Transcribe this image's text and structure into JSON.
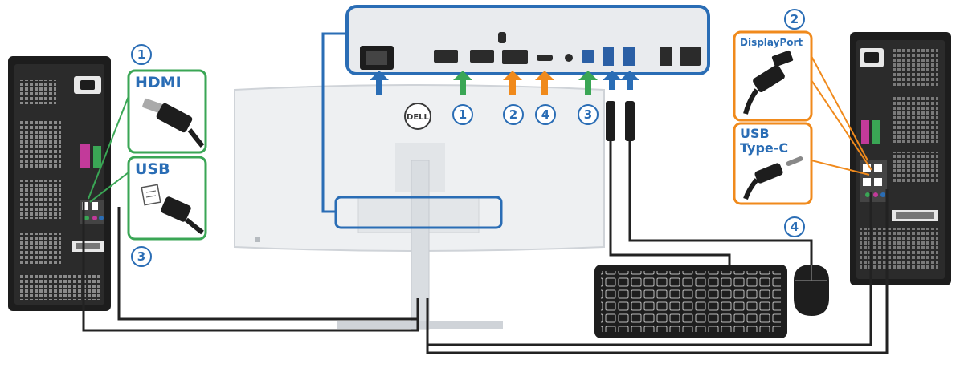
{
  "labels": {
    "hdmi": "HDMI",
    "usb": "USB",
    "displayport": "DisplayPort",
    "usbc_line1": "USB",
    "usbc_line2": "Type-C",
    "brand": "DELL"
  },
  "markers": {
    "left_hdmi": "1",
    "left_usb": "3",
    "right_dp": "2",
    "right_usbc": "4",
    "port_hdmi": "1",
    "port_dp": "2",
    "port_usbc": "4",
    "port_usb": "3"
  },
  "colors": {
    "blue": "#2a6db5",
    "green": "#3aa655",
    "orange": "#f08a1c",
    "pc_dark": "#1d1d1d",
    "panel_bg": "#e9ebee"
  }
}
